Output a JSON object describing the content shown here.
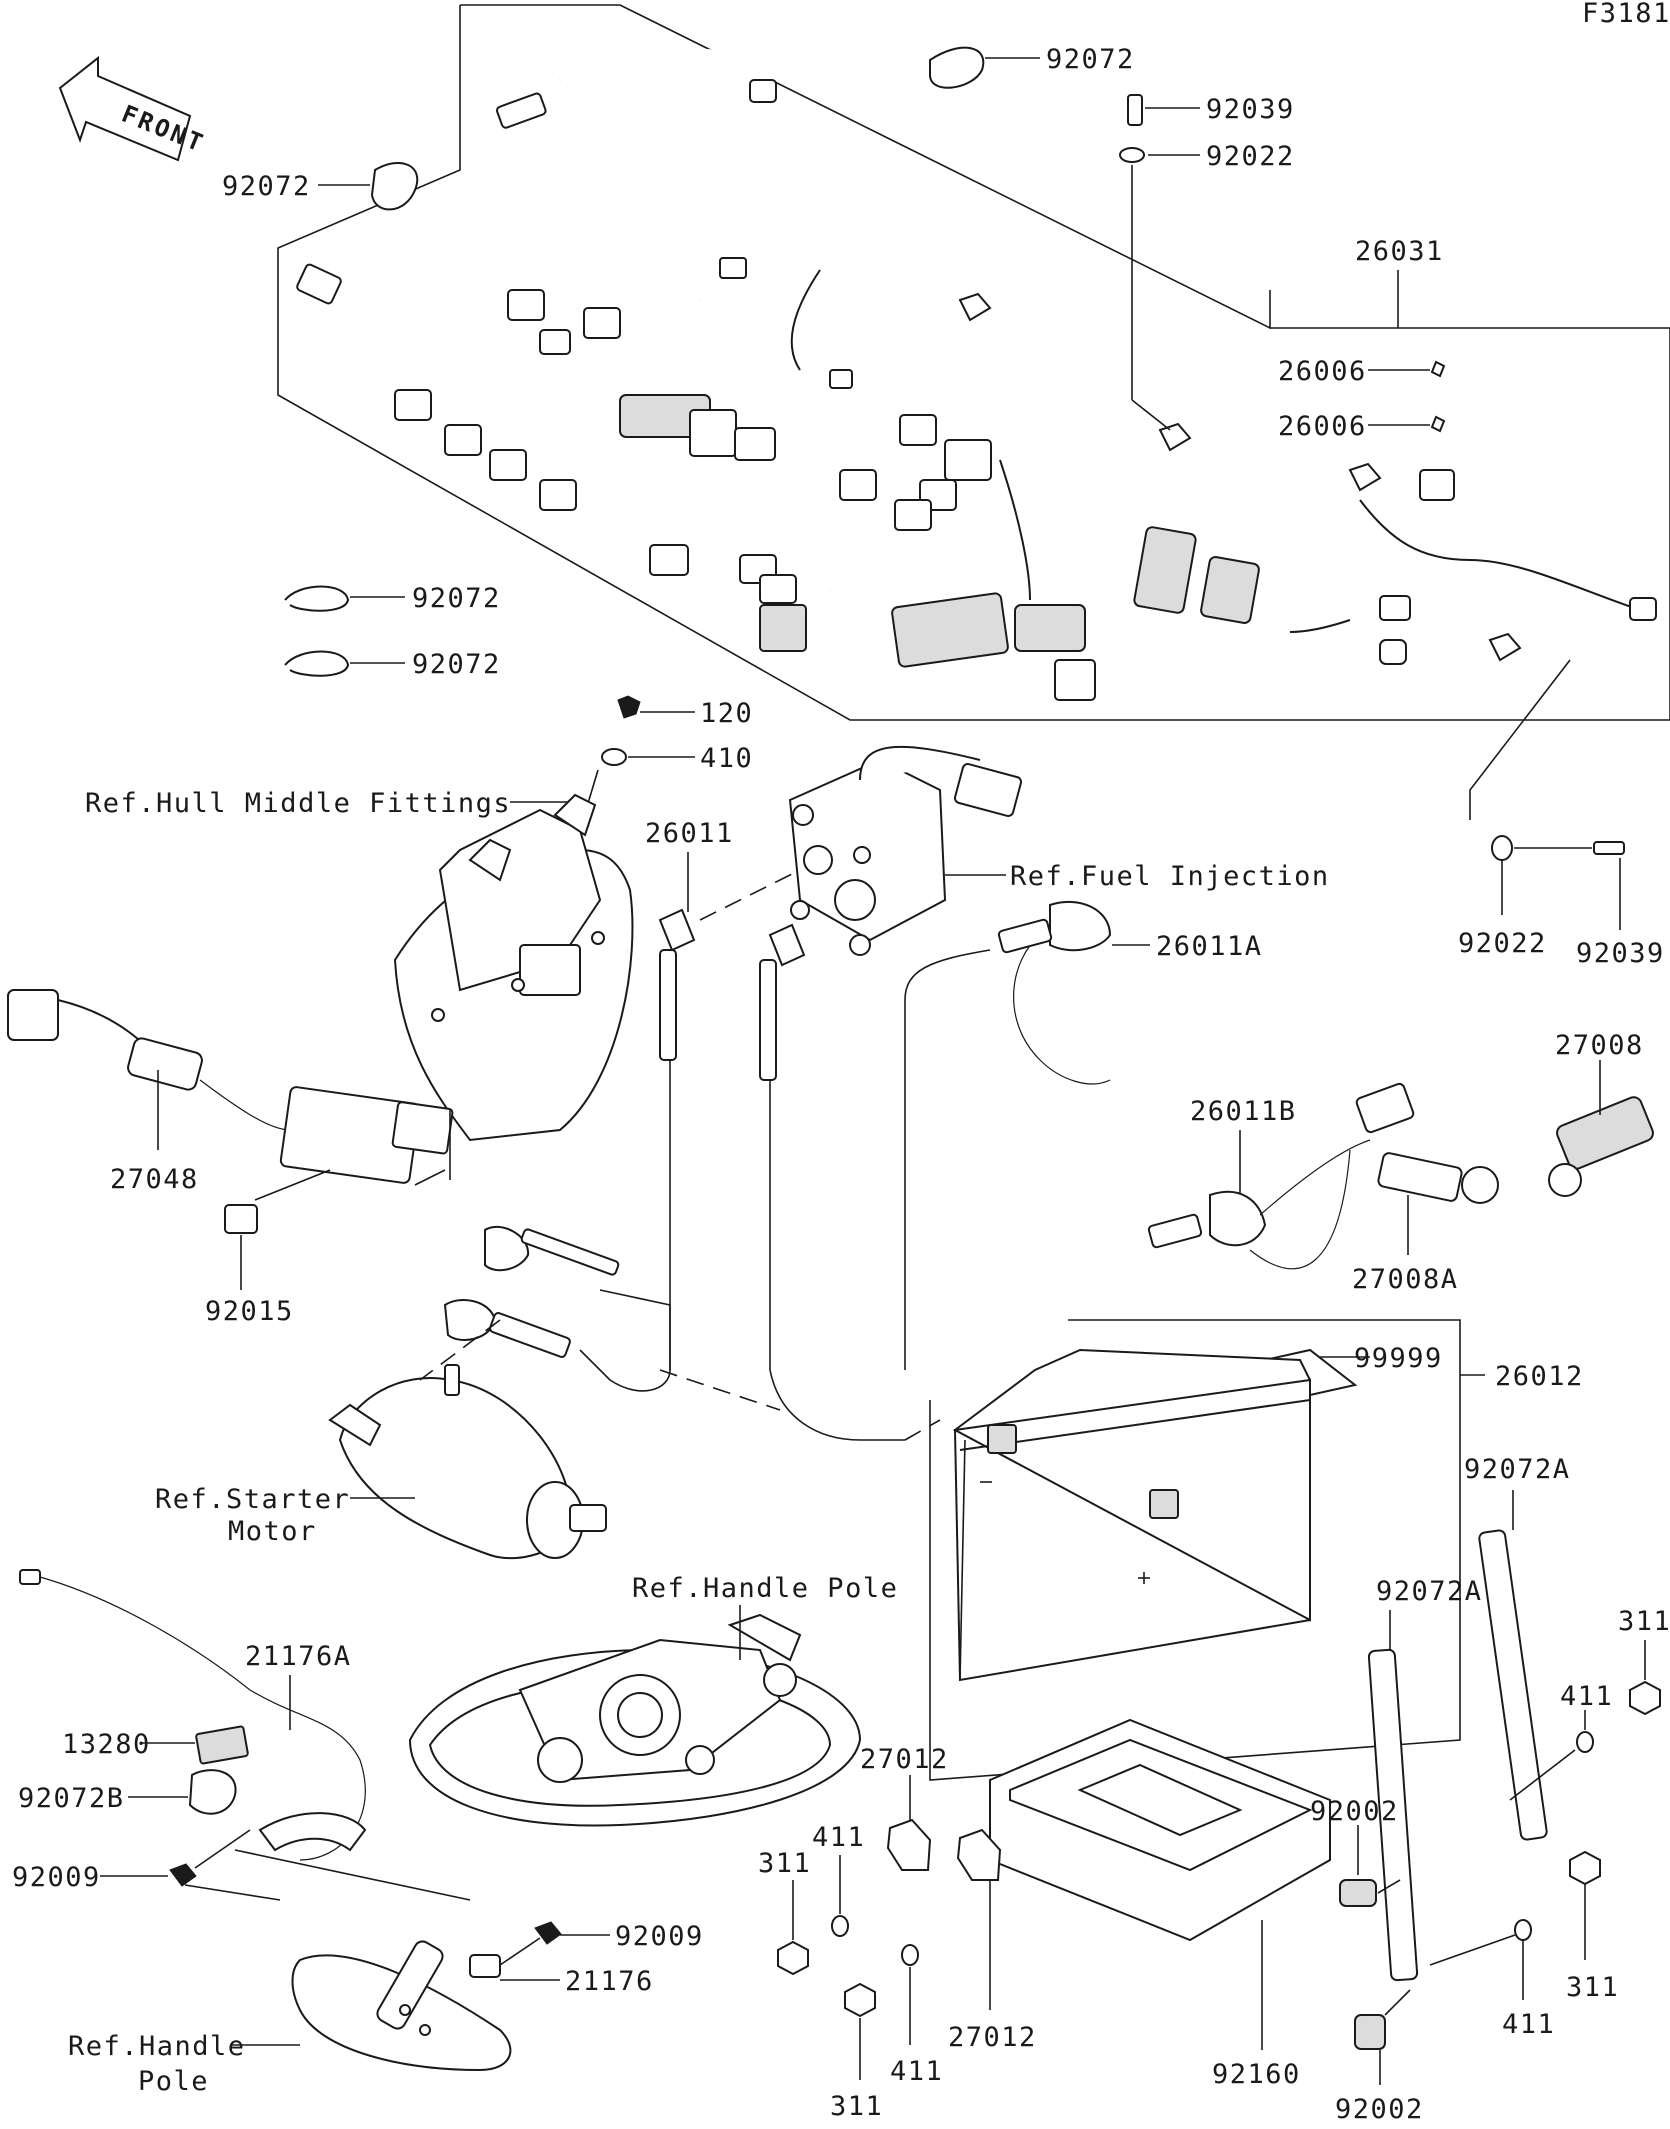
{
  "figure_id": "F3181",
  "front_arrow_label": "FRONT",
  "part_numbers": {
    "p92072_a": "92072",
    "p92072_b": "92072",
    "p92072_c": "92072",
    "p92072_d": "92072",
    "p92039_a": "92039",
    "p92039_b": "92039",
    "p92022_a": "92022",
    "p92022_b": "92022",
    "p26031": "26031",
    "p26006_a": "26006",
    "p26006_b": "26006",
    "p120": "120",
    "p410": "410",
    "p26011": "26011",
    "p26011A": "26011A",
    "p26011B": "26011B",
    "p27048": "27048",
    "p92015": "92015",
    "p27008": "27008",
    "p27008A": "27008A",
    "p99999": "99999",
    "p26012": "26012",
    "p92072A_a": "92072A",
    "p92072A_b": "92072A",
    "p311_a": "311",
    "p311_b": "311",
    "p311_c": "311",
    "p311_d": "311",
    "p411_a": "411",
    "p411_b": "411",
    "p411_c": "411",
    "p411_d": "411",
    "p92002_a": "92002",
    "p92002_b": "92002",
    "p27012_a": "27012",
    "p27012_b": "27012",
    "p92160": "92160",
    "p21176A": "21176A",
    "p21176": "21176",
    "p13280": "13280",
    "p92072B": "92072B",
    "p92009_a": "92009",
    "p92009_b": "92009"
  },
  "reference_labels": {
    "hull_middle_fittings": "Ref.Hull Middle Fittings",
    "fuel_injection": "Ref.Fuel Injection",
    "starter_motor_line1": "Ref.Starter",
    "starter_motor_line2": "Motor",
    "handle_pole_top": "Ref.Handle Pole",
    "handle_pole_bottom_line1": "Ref.Handle",
    "handle_pole_bottom_line2": "Pole"
  }
}
